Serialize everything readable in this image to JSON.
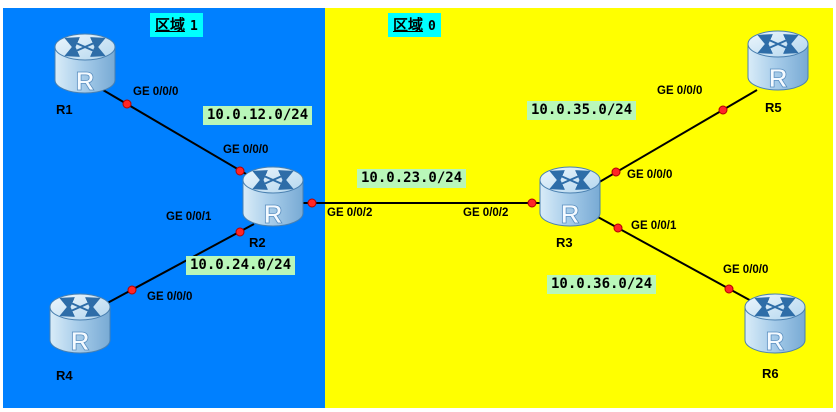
{
  "router_glyph": "R",
  "areas": {
    "area1": {
      "title": "区域",
      "number": "1"
    },
    "area0": {
      "title": "区域",
      "number": "0"
    }
  },
  "routers": {
    "r1": {
      "name": "R1"
    },
    "r2": {
      "name": "R2"
    },
    "r3": {
      "name": "R3"
    },
    "r4": {
      "name": "R4"
    },
    "r5": {
      "name": "R5"
    },
    "r6": {
      "name": "R6"
    }
  },
  "interfaces": {
    "r1_ge0_0_0": "GE 0/0/0",
    "r2_ge0_0_0": "GE 0/0/0",
    "r2_ge0_0_1": "GE 0/0/1",
    "r2_ge0_0_2": "GE 0/0/2",
    "r3_ge0_0_2": "GE 0/0/2",
    "r3_ge0_0_0": "GE 0/0/0",
    "r3_ge0_0_1": "GE 0/0/1",
    "r4_ge0_0_0": "GE 0/0/0",
    "r5_ge0_0_0": "GE 0/0/0",
    "r6_ge0_0_0": "GE 0/0/0"
  },
  "networks": {
    "net_12": "10.0.12.0/24",
    "net_24": "10.0.24.0/24",
    "net_23": "10.0.23.0/24",
    "net_35": "10.0.35.0/24",
    "net_36": "10.0.36.0/24"
  },
  "links": [
    {
      "from": "R1",
      "from_if": "GE 0/0/0",
      "to": "R2",
      "to_if": "GE 0/0/0",
      "network": "10.0.12.0/24",
      "area": "1"
    },
    {
      "from": "R4",
      "from_if": "GE 0/0/0",
      "to": "R2",
      "to_if": "GE 0/0/1",
      "network": "10.0.24.0/24",
      "area": "1"
    },
    {
      "from": "R2",
      "from_if": "GE 0/0/2",
      "to": "R3",
      "to_if": "GE 0/0/2",
      "network": "10.0.23.0/24",
      "area": "0"
    },
    {
      "from": "R3",
      "from_if": "GE 0/0/0",
      "to": "R5",
      "to_if": "GE 0/0/0",
      "network": "10.0.35.0/24",
      "area": "0"
    },
    {
      "from": "R3",
      "from_if": "GE 0/0/1",
      "to": "R6",
      "to_if": "GE 0/0/0",
      "network": "10.0.36.0/24",
      "area": "0"
    }
  ],
  "colors": {
    "area1_bg": "#0080ff",
    "area0_bg": "#ffff00",
    "area_label_bg": "#00ffff",
    "network_label_bg": "#b9f7b9",
    "link_color": "#000000",
    "endpoint_color": "#ff2626",
    "router_body": "#a8cdea"
  }
}
